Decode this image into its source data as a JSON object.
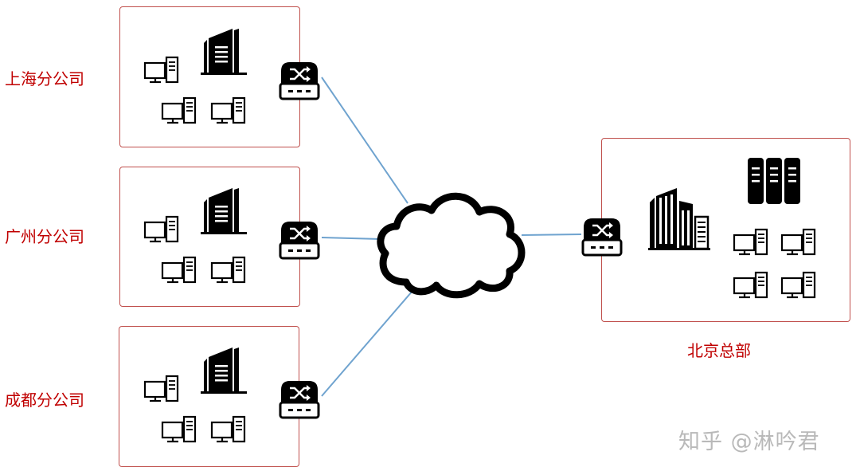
{
  "branches": [
    {
      "label": "上海分公司"
    },
    {
      "label": "广州分公司"
    },
    {
      "label": "成都分公司"
    }
  ],
  "headquarters": {
    "label": "北京总部"
  },
  "watermark": "知乎 @淋吟君",
  "colors": {
    "box_border": "#c0504d",
    "label_text": "#c00000",
    "link_line": "#6fa3cf",
    "watermark": "#b9b9b9"
  },
  "icons": [
    "desktop-computer-icon",
    "office-building-icon",
    "network-switch-icon",
    "cloud-icon",
    "server-rack-icon"
  ]
}
